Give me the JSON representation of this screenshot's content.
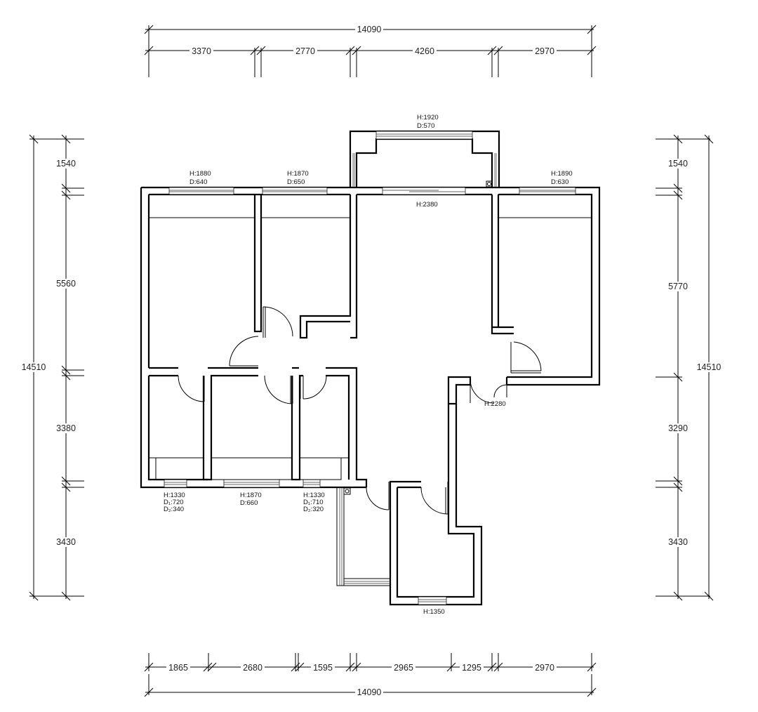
{
  "plan": {
    "dimensions": {
      "top_total": "14090",
      "top_segments": [
        "3370",
        "2770",
        "4260",
        "2970"
      ],
      "bottom_segments": [
        "1865",
        "2680",
        "1595",
        "2965",
        "1295",
        "2970"
      ],
      "bottom_total": "14090",
      "left_total": "14510",
      "left_segments": [
        "1540",
        "5560",
        "3380",
        "3430"
      ],
      "right_total": "14510",
      "right_segments": [
        "1540",
        "5770",
        "3290",
        "3430"
      ]
    },
    "labels": {
      "bay_h": "H:1920",
      "bay_d": "D:570",
      "win_a_h": "H:1880",
      "win_a_d": "D:640",
      "win_b_h": "H:1870",
      "win_b_d": "D:650",
      "win_c_h": "H:1890",
      "win_c_d": "D:630",
      "sliding_door": "H:2380",
      "entry_door": "H:2280",
      "bottom_win_1_h": "H:1330",
      "bottom_win_1_d1": "D₁:720",
      "bottom_win_1_d2": "D₂:340",
      "bottom_win_2_h": "H:1870",
      "bottom_win_2_d": "D:660",
      "bottom_win_3_h": "H:1330",
      "bottom_win_3_d1": "D₁:710",
      "bottom_win_3_d2": "D₂:320",
      "bath_win": "H:1350"
    }
  }
}
